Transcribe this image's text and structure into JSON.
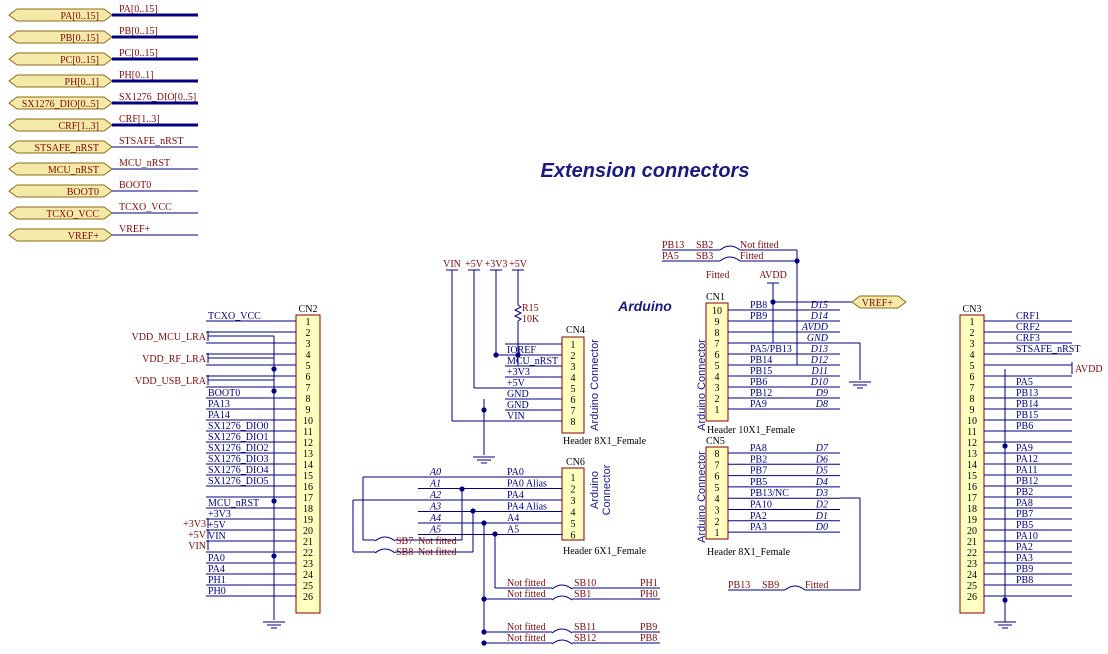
{
  "title": "Extension connectors",
  "subtitle": "Arduino",
  "ports": [
    {
      "label": "PA[0..15]",
      "net": "PA[0..15]",
      "bus": true
    },
    {
      "label": "PB[0..15]",
      "net": "PB[0..15]",
      "bus": true
    },
    {
      "label": "PC[0..15]",
      "net": "PC[0..15]",
      "bus": true
    },
    {
      "label": "PH[0..1]",
      "net": "PH[0..1]",
      "bus": true
    },
    {
      "label": "SX1276_DIO[0..5]",
      "net": "SX1276_DIO[0..5]",
      "bus": true
    },
    {
      "label": "CRF[1..3]",
      "net": "CRF[1..3]",
      "bus": true
    },
    {
      "label": "STSAFE_nRST",
      "net": "STSAFE_nRST",
      "bus": false
    },
    {
      "label": "MCU_nRST",
      "net": "MCU_nRST",
      "bus": false
    },
    {
      "label": "BOOT0",
      "net": "BOOT0",
      "bus": false
    },
    {
      "label": "TCXO_VCC",
      "net": "TCXO_VCC",
      "bus": false
    },
    {
      "label": "VREF+",
      "net": "VREF+",
      "bus": false
    }
  ],
  "cn2": {
    "ref": "CN2",
    "pins": [
      "1",
      "2",
      "3",
      "4",
      "5",
      "6",
      "7",
      "8",
      "9",
      "10",
      "11",
      "12",
      "13",
      "14",
      "15",
      "16",
      "17",
      "18",
      "19",
      "20",
      "21",
      "22",
      "23",
      "24",
      "25",
      "26"
    ],
    "nets": [
      "TCXO_VCC",
      "",
      "",
      "",
      "",
      "",
      "",
      "BOOT0",
      "PA13",
      "PA14",
      "SX1276_DIO0",
      "SX1276_DIO1",
      "SX1276_DIO2",
      "SX1276_DIO3",
      "SX1276_DIO4",
      "SX1276_DIO5",
      "",
      "MCU_nRST",
      "+3V3",
      "+5V",
      "VIN",
      "",
      "PA0",
      "PA4",
      "PH1",
      "PH0"
    ],
    "powers": [
      "VDD_MCU_LRA",
      "VDD_RF_LRA",
      "VDD_USB_LRA"
    ]
  },
  "cn3": {
    "ref": "CN3",
    "pins": [
      "1",
      "2",
      "3",
      "4",
      "5",
      "6",
      "7",
      "8",
      "9",
      "10",
      "11",
      "12",
      "13",
      "14",
      "15",
      "16",
      "17",
      "18",
      "19",
      "20",
      "21",
      "22",
      "23",
      "24",
      "25",
      "26"
    ],
    "nets": [
      "CRF1",
      "CRF2",
      "CRF3",
      "STSAFE_nRST",
      "",
      "",
      "PA5",
      "PB13",
      "PB14",
      "PB15",
      "PB6",
      "",
      "PA9",
      "PA12",
      "PA11",
      "PB12",
      "PB2",
      "PA8",
      "PB7",
      "PB5",
      "PA10",
      "PA2",
      "PA3",
      "PB9",
      "PB8",
      ""
    ],
    "avdd": "AVDD"
  },
  "cn4": {
    "ref": "CN4",
    "pins": [
      "1",
      "2",
      "3",
      "4",
      "5",
      "6",
      "7",
      "8"
    ],
    "nets": [
      "",
      "IOREF",
      "MCU_nRST",
      "+3V3",
      "+5V",
      "GND",
      "GND",
      "VIN"
    ],
    "connector_label": "Arduino Connector",
    "part": "Header 8X1_Female",
    "top_labels": [
      "VIN",
      "+5V",
      "+3V3",
      "+5V"
    ],
    "resistor": "R15",
    "resistor_value": "10K"
  },
  "cn6": {
    "ref": "CN6",
    "pins": [
      "1",
      "2",
      "3",
      "4",
      "5",
      "6"
    ],
    "analog": [
      "A0",
      "A1",
      "A2",
      "A3",
      "A4",
      "A5"
    ],
    "nets": [
      "PA0",
      "PA0 Alias",
      "PA4",
      "PA4 Alias",
      "A4",
      "A5"
    ],
    "connector_label": "Arduino Connector",
    "part": "Header 6X1_Female",
    "bridges": [
      {
        "ref": "SB7",
        "status": "Not fitted"
      },
      {
        "ref": "SB8",
        "status": "Not fitted"
      }
    ]
  },
  "bottom_bridges": [
    {
      "status": "Not fitted",
      "ref": "SB10",
      "net": "PH1"
    },
    {
      "status": "Not fitted",
      "ref": "SB1",
      "net": "PH0"
    },
    {
      "status": "Not fitted",
      "ref": "SB11",
      "net": "PB9"
    },
    {
      "status": "Not fitted",
      "ref": "SB12",
      "net": "PB8"
    }
  ],
  "cn1": {
    "ref": "CN1",
    "pins": [
      "10",
      "9",
      "8",
      "7",
      "6",
      "5",
      "4",
      "3",
      "2",
      "1"
    ],
    "nets": [
      "PB8",
      "PB9",
      "",
      "",
      "PA5/PB13",
      "PB14",
      "PB15",
      "PB6",
      "PB12",
      "PA9"
    ],
    "arduino": [
      "D15",
      "D14",
      "AVDD",
      "GND",
      "D13",
      "D12",
      "D11",
      "D10",
      "D9",
      "D8"
    ],
    "connector_label": "Arduino Connector",
    "part": "Header 10X1_Female",
    "bridges": [
      {
        "net": "PB13",
        "ref": "SB2",
        "status": "Not fitted"
      },
      {
        "net": "PA5",
        "ref": "SB3",
        "status": "Fitted"
      }
    ],
    "fitted_label": "Fitted",
    "avdd": "AVDD",
    "vref": "VREF+"
  },
  "cn5": {
    "ref": "CN5",
    "pins": [
      "8",
      "7",
      "6",
      "5",
      "4",
      "3",
      "2",
      "1"
    ],
    "nets": [
      "PA8",
      "PB2",
      "PB7",
      "PB5",
      "PB13/NC",
      "PA10",
      "PA2",
      "PA3"
    ],
    "arduino": [
      "D7",
      "D6",
      "D5",
      "D4",
      "D3",
      "D2",
      "D1",
      "D0"
    ],
    "connector_label": "Arduino Connector",
    "part": "Header 8X1_Female",
    "bridge": {
      "net": "PB13",
      "ref": "SB9",
      "status": "Fitted"
    }
  }
}
